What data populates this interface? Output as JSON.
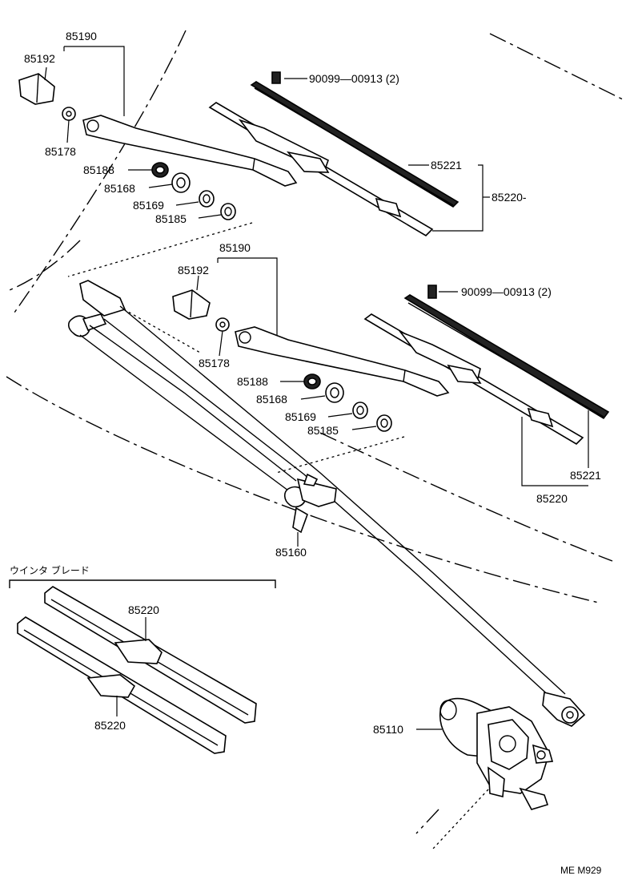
{
  "labels": {
    "arm_assy_upper": "85190",
    "cap_upper": "85192",
    "nut_upper": "85178",
    "bushing_upper": "85188",
    "washer_a_upper": "85168",
    "washer_b_upper": "85169",
    "washer_c_upper": "85185",
    "screw_upper": "90099—00913 (2)",
    "blade_rubber_upper": "85221",
    "blade_assy_upper": "85220-",
    "arm_assy_lower": "85190",
    "cap_lower": "85192",
    "nut_lower": "85178",
    "bushing_lower": "85188",
    "washer_a_lower": "85168",
    "washer_b_lower": "85169",
    "washer_c_lower": "85185",
    "screw_lower": "90099—00913 (2)",
    "blade_rubber_lower": "85221",
    "blade_assy_lower": "85220",
    "link_assy": "85160",
    "motor_assy": "85110",
    "winter_blade_title": "ウインタ ブレード",
    "winter_blade_a": "85220",
    "winter_blade_b": "85220",
    "figure_code": "ME M929"
  }
}
